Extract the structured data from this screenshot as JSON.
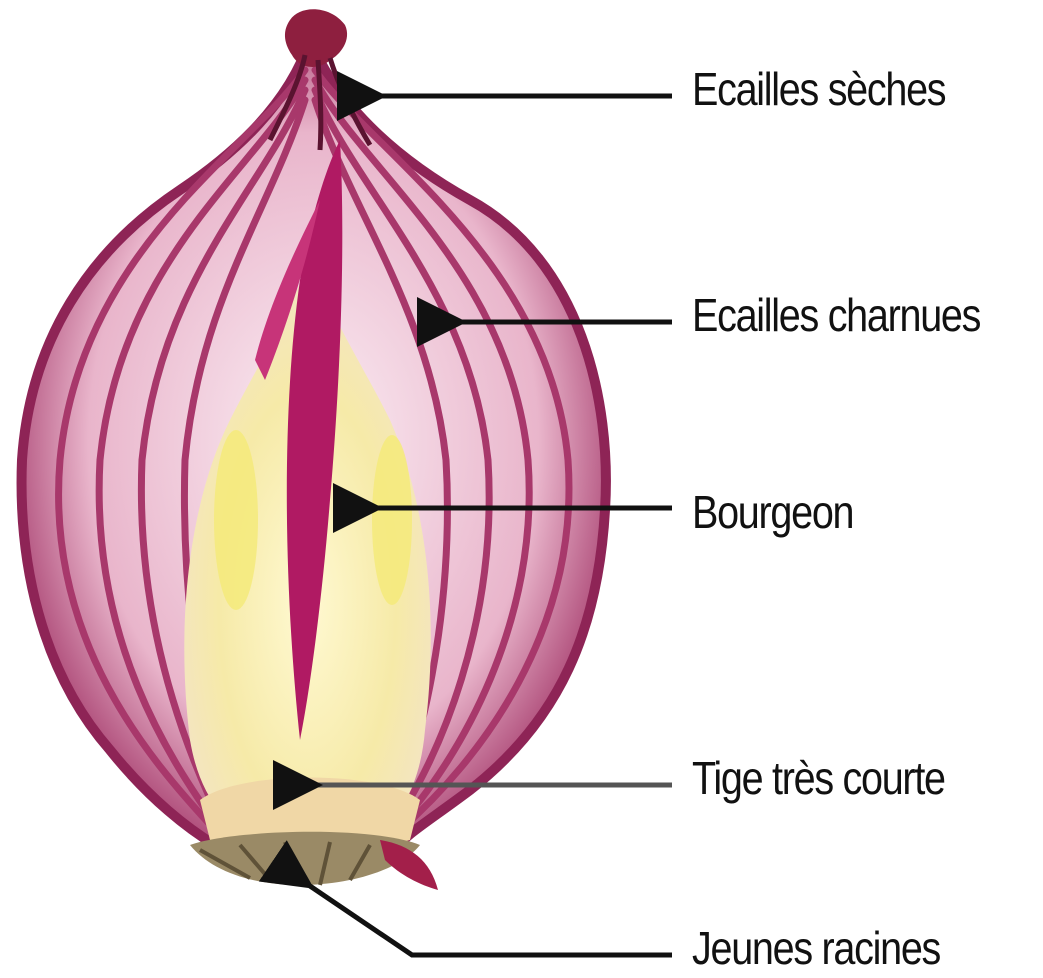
{
  "colors": {
    "background": "#ffffff",
    "arrow": "#111111",
    "onion_outer": "#8e2456",
    "onion_scale": "#d79ab4",
    "onion_light": "#f7e8ef",
    "bud_magenta": "#b01a63",
    "stem_yellow": "#f2e7a4",
    "roots": "#8a7a5a"
  },
  "labels": {
    "dry_scales": "Ecailles sèches",
    "fleshy_scales": "Ecailles charnues",
    "bud": "Bourgeon",
    "short_stem": "Tige très courte",
    "young_roots": "Jeunes racines"
  }
}
